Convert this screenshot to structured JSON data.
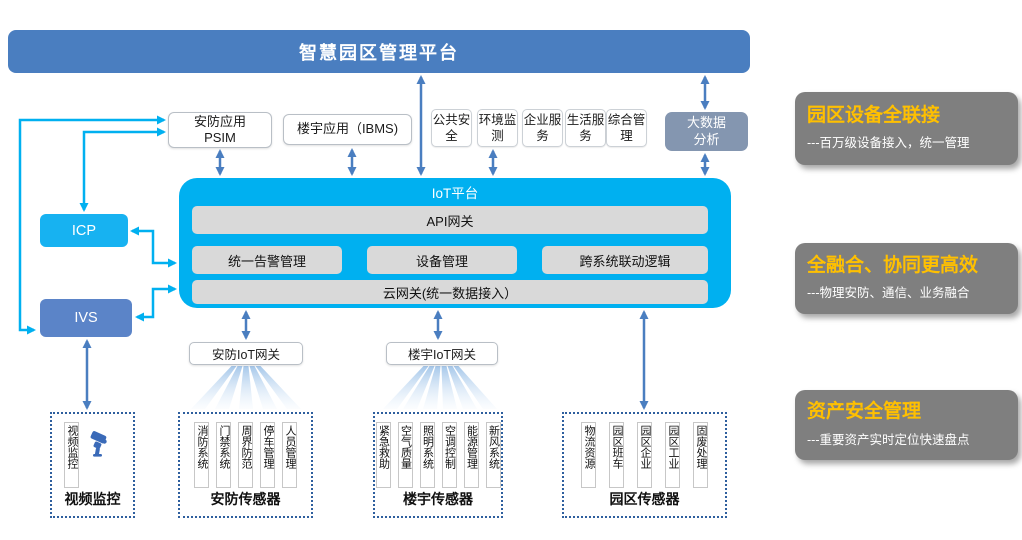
{
  "banner": {
    "title": "智慧园区管理平台"
  },
  "apps": {
    "psim": {
      "line1": "安防应用",
      "line2": "PSIM"
    },
    "ibms": "楼宇应用（IBMS)",
    "services": [
      "公共安全",
      "环境监测",
      "企业服务",
      "生活服务",
      "综合管理"
    ],
    "bigdata": {
      "line1": "大数据",
      "line2": "分析"
    }
  },
  "iot_platform": {
    "title": "IoT平台",
    "api_gateway": "API网关",
    "modules": [
      "统一告警管理",
      "设备管理",
      "跨系统联动逻辑"
    ],
    "cloud_gateway": "云网关(统一数据接入）"
  },
  "left_nodes": {
    "icp": "ICP",
    "ivs": "IVS"
  },
  "gateways": {
    "security": "安防IoT网关",
    "building": "楼宇IoT网关"
  },
  "sensor_groups": [
    {
      "label": "视频监控",
      "icon": "ptz-camera-icon",
      "columns": [
        "视频监控"
      ]
    },
    {
      "label": "安防传感器",
      "columns": [
        "消防系统",
        "门禁系统",
        "周界防范",
        "停车管理",
        "人员管理"
      ]
    },
    {
      "label": "楼宇传感器",
      "columns": [
        "紧急救助",
        "空气质量",
        "照明系统",
        "空调控制",
        "能源管理",
        "新风系统"
      ]
    },
    {
      "label": "园区传感器",
      "columns": [
        "物流资源",
        "园区班车",
        "园区企业",
        "园区工业",
        "固废处理"
      ]
    }
  ],
  "benefits": [
    {
      "title": "园区设备全联接",
      "desc": "---百万级设备接入，统一管理"
    },
    {
      "title": "全融合、协同更高效",
      "desc": "---物理安防、通信、业务融合"
    },
    {
      "title": "资产安全管理",
      "desc": "---重要资产实时定位快速盘点"
    }
  ],
  "colors": {
    "banner_blue": "#4a7ec0",
    "platform_cyan": "#00b0f0",
    "ivs_blue": "#5b84c8",
    "bigdata_gray_blue": "#8496b0",
    "bar_gray": "#d9d9d9",
    "panel_gray": "#7f7f7f",
    "benefit_orange": "#ffc000",
    "dashed_border_blue": "#2e5f9e"
  }
}
